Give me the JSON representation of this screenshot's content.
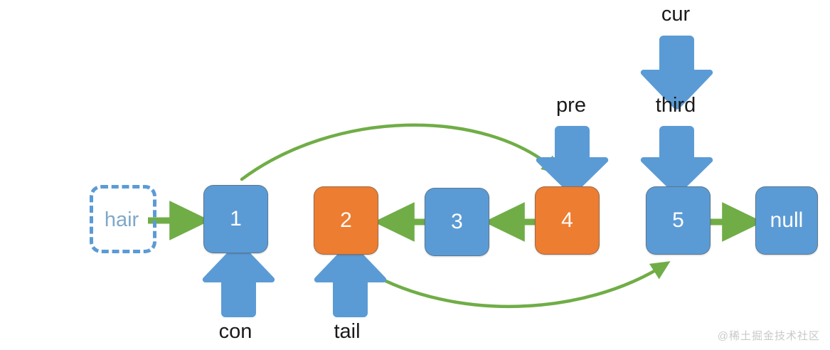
{
  "diagram": {
    "title": "Linked list reversal pointer diagram",
    "colors": {
      "node_blue": "#5B9BD5",
      "node_orange": "#ED7D31",
      "arrow_green": "#70AD47",
      "ghost_border": "#5B9BD5",
      "ghost_text": "#7FA8C9",
      "label_text": "#1a1a1a",
      "watermark": "#c9c9c9",
      "background": "#ffffff"
    },
    "ghost_node": {
      "label": "hair"
    },
    "nodes": [
      {
        "id": "node-1",
        "label": "1",
        "color": "blue"
      },
      {
        "id": "node-2",
        "label": "2",
        "color": "orange"
      },
      {
        "id": "node-3",
        "label": "3",
        "color": "blue"
      },
      {
        "id": "node-4",
        "label": "4",
        "color": "orange"
      },
      {
        "id": "node-5",
        "label": "5",
        "color": "blue"
      },
      {
        "id": "node-null",
        "label": "null",
        "color": "blue"
      }
    ],
    "pointer_labels": {
      "cur": "cur",
      "third": "third",
      "pre": "pre",
      "con": "con",
      "tail": "tail"
    },
    "links": [
      {
        "from": "hair",
        "to": "node-1",
        "direction": "right"
      },
      {
        "from": "node-3",
        "to": "node-2",
        "direction": "left"
      },
      {
        "from": "node-4",
        "to": "node-3",
        "direction": "left"
      },
      {
        "from": "node-5",
        "to": "node-null",
        "direction": "right"
      },
      {
        "from": "node-1",
        "to": "pre",
        "direction": "curve-over"
      },
      {
        "from": "tail",
        "to": "node-5",
        "direction": "curve-under"
      }
    ],
    "watermark": "@稀土掘金技术社区"
  }
}
